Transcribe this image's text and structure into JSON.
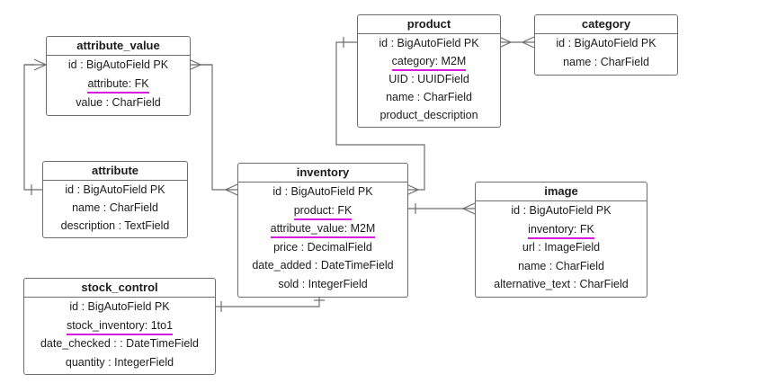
{
  "diagram": {
    "highlight_color": "#d81ae0",
    "line_color": "#6d6d6d",
    "entities": {
      "attribute_value": {
        "title": "attribute_value",
        "fields": [
          "id : BigAutoField PK",
          "attribute: FK",
          "value : CharField"
        ],
        "highlighted": [
          1
        ]
      },
      "attribute": {
        "title": "attribute",
        "fields": [
          "id : BigAutoField PK",
          "name : CharField",
          "description : TextField"
        ],
        "highlighted": []
      },
      "product": {
        "title": "product",
        "fields": [
          "id : BigAutoField PK",
          "category: M2M",
          "UID : UUIDField",
          "name : CharField",
          "product_description"
        ],
        "highlighted": [
          1
        ]
      },
      "category": {
        "title": "category",
        "fields": [
          "id : BigAutoField PK",
          "name : CharField"
        ],
        "highlighted": []
      },
      "inventory": {
        "title": "inventory",
        "fields": [
          "id : BigAutoField PK",
          "product: FK",
          "attribute_value: M2M",
          "price : DecimalField",
          "date_added : DateTimeField",
          "sold : IntegerField"
        ],
        "highlighted": [
          1,
          2
        ]
      },
      "image": {
        "title": "image",
        "fields": [
          "id : BigAutoField PK",
          "inventory: FK",
          "url : ImageField",
          "name : CharField",
          "alternative_text : CharField"
        ],
        "highlighted": [
          1
        ]
      },
      "stock_control": {
        "title": "stock_control",
        "fields": [
          "id : BigAutoField PK",
          "stock_inventory: 1to1",
          "date_checked : : DateTimeField",
          "quantity : IntegerField"
        ],
        "highlighted": [
          1
        ]
      }
    }
  }
}
